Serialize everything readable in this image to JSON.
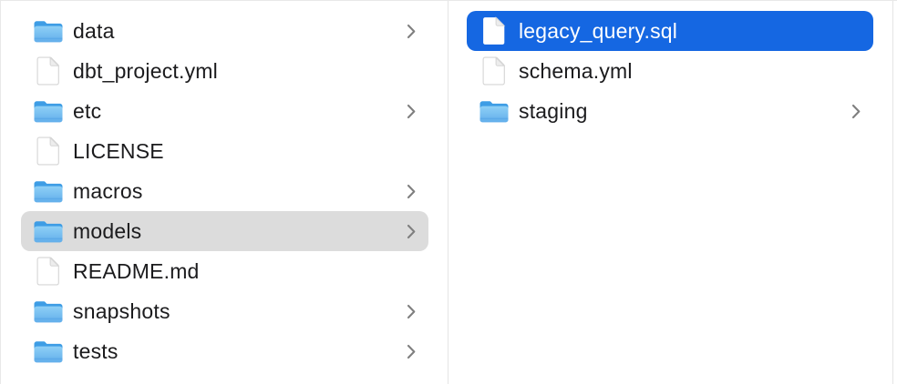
{
  "window": {
    "view": "finder-column-view"
  },
  "colors": {
    "bg": "#ffffff",
    "frame": "#e8e8e8",
    "divider": "#e4e4e4",
    "text": "#1b1b1d",
    "selection_gray": "#dcdcdc",
    "selection_blue": "#1567e2",
    "selected_text": "#ffffff",
    "chevron_gray": "#7f7f7f",
    "folder_blue_dark": "#3e9de5",
    "folder_blue_light": "#8ed0f6"
  },
  "columns": [
    {
      "name": "left",
      "items": [
        {
          "label": "data",
          "type": "folder",
          "chevron": true,
          "selected": null
        },
        {
          "label": "dbt_project.yml",
          "type": "file",
          "chevron": false,
          "selected": null
        },
        {
          "label": "etc",
          "type": "folder",
          "chevron": true,
          "selected": null
        },
        {
          "label": "LICENSE",
          "type": "file",
          "chevron": false,
          "selected": null
        },
        {
          "label": "macros",
          "type": "folder",
          "chevron": true,
          "selected": null
        },
        {
          "label": "models",
          "type": "folder",
          "chevron": true,
          "selected": "gray"
        },
        {
          "label": "README.md",
          "type": "file",
          "chevron": false,
          "selected": null
        },
        {
          "label": "snapshots",
          "type": "folder",
          "chevron": true,
          "selected": null
        },
        {
          "label": "tests",
          "type": "folder",
          "chevron": true,
          "selected": null
        }
      ]
    },
    {
      "name": "right",
      "items": [
        {
          "label": "legacy_query.sql",
          "type": "file",
          "chevron": false,
          "selected": "blue"
        },
        {
          "label": "schema.yml",
          "type": "file",
          "chevron": false,
          "selected": null
        },
        {
          "label": "staging",
          "type": "folder",
          "chevron": true,
          "selected": null
        }
      ]
    }
  ]
}
